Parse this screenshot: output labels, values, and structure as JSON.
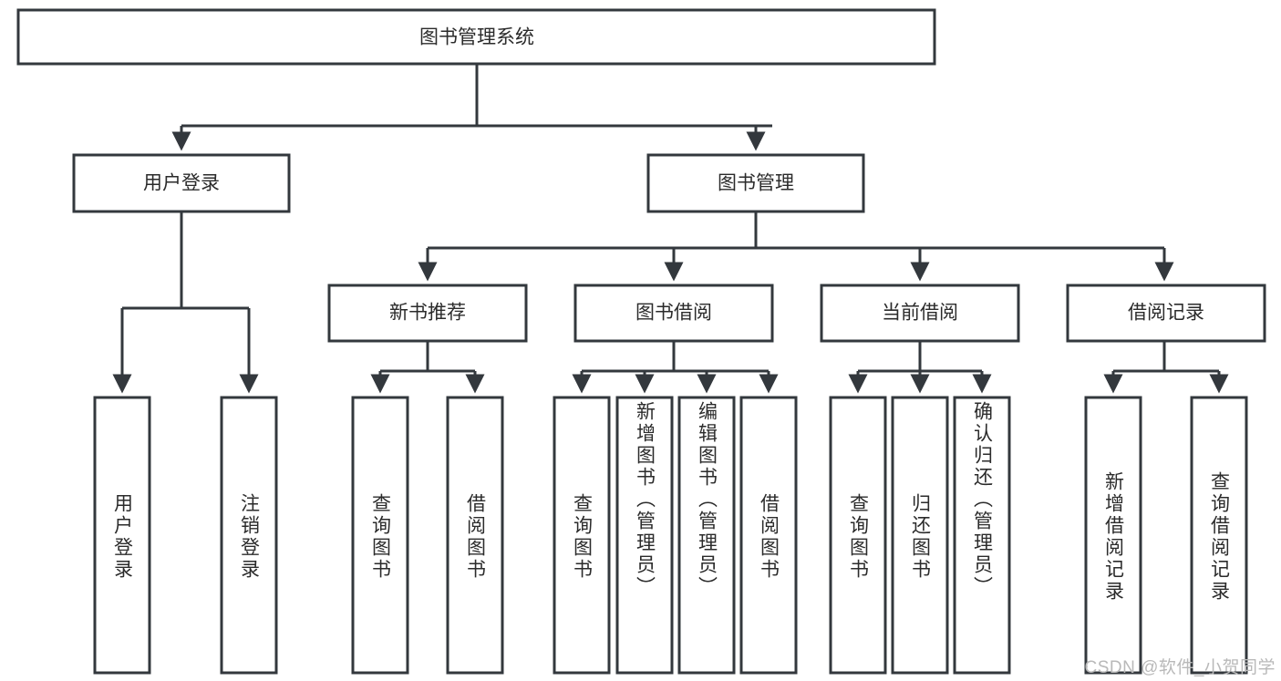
{
  "diagram": {
    "title": "图书管理系统",
    "type": "tree-hierarchy",
    "root": {
      "label": "图书管理系统"
    },
    "level2": [
      {
        "label": "用户登录"
      },
      {
        "label": "图书管理"
      }
    ],
    "level3": [
      {
        "label": "新书推荐"
      },
      {
        "label": "图书借阅"
      },
      {
        "label": "当前借阅"
      },
      {
        "label": "借阅记录"
      }
    ],
    "leaves": {
      "user_login": [
        {
          "label": "用户登录"
        },
        {
          "label": "注销登录"
        }
      ],
      "new_book_recommend": [
        {
          "label": "查询图书"
        },
        {
          "label": "借阅图书"
        }
      ],
      "book_borrow": [
        {
          "label": "查询图书"
        },
        {
          "label": "新增图书（管理员）"
        },
        {
          "label": "编辑图书（管理员）"
        },
        {
          "label": "借阅图书"
        }
      ],
      "current_borrow": [
        {
          "label": "查询图书"
        },
        {
          "label": "归还图书"
        },
        {
          "label": "确认归还（管理员）"
        }
      ],
      "borrow_record": [
        {
          "label": "新增借阅记录"
        },
        {
          "label": "查询借阅记录"
        }
      ]
    }
  },
  "watermark": {
    "text": "CSDN @软件_小贺同学"
  },
  "colors": {
    "stroke": "#33383d",
    "fill": "#ffffff",
    "text": "#2b2b2b",
    "watermark": "#b9b9b9"
  }
}
